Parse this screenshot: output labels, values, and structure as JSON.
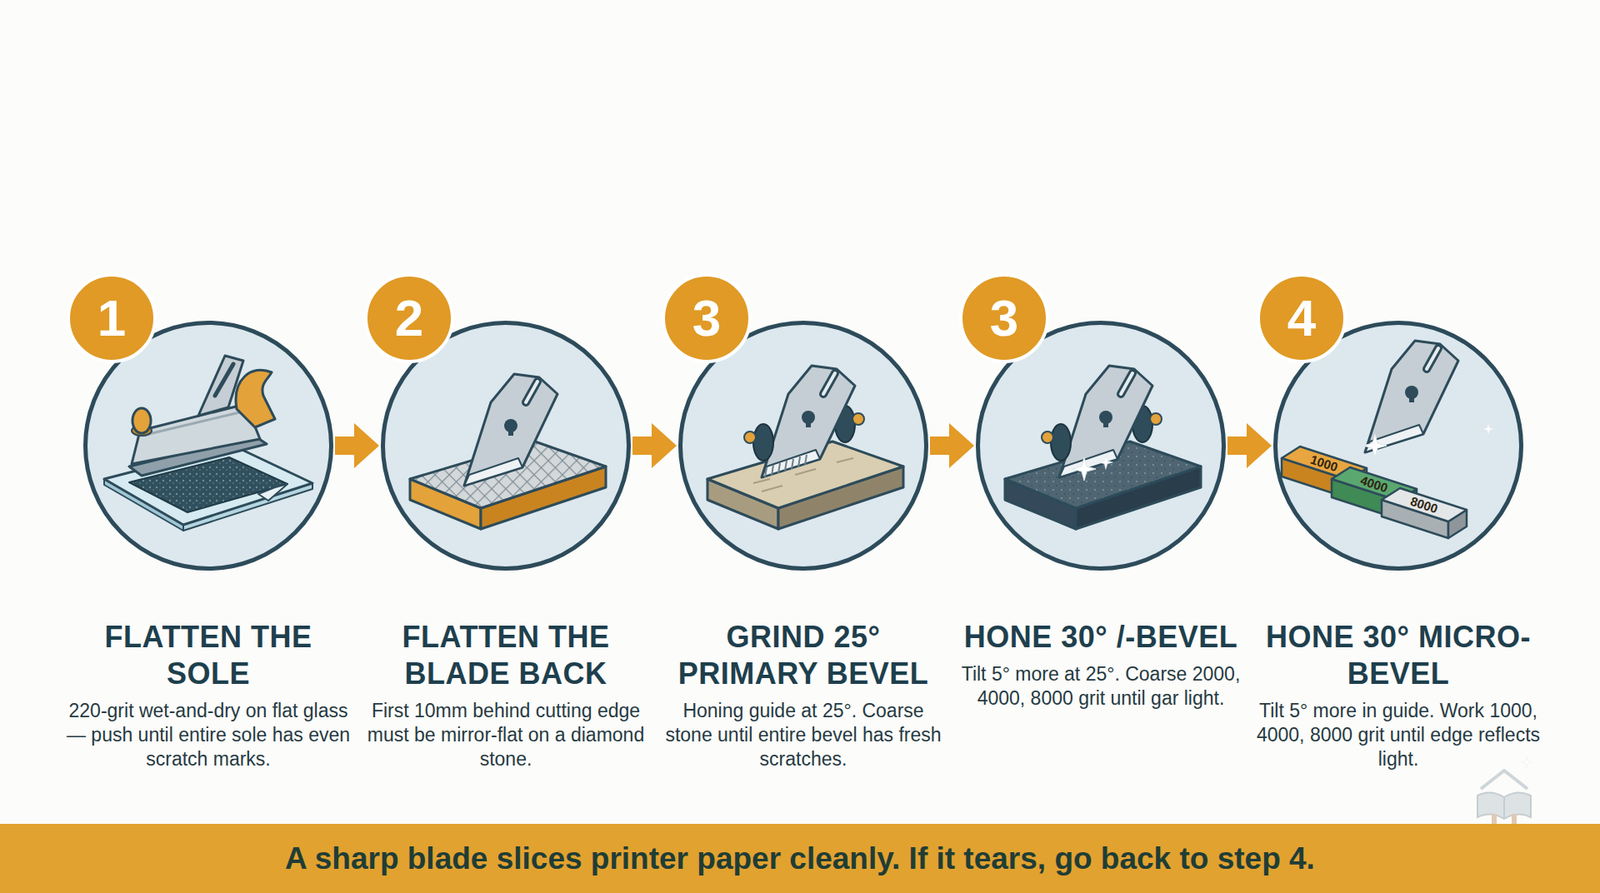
{
  "diagram": {
    "nodes": [
      {
        "text": [
          "FLATTEN THE SOLE",
          "220-grit wet-and-dry on flat glass — push until entire sole has even scratch marks."
        ]
      },
      {
        "text": [
          "1"
        ],
        "in": 0
      },
      {
        "text": [
          "FLATTEN THE BLADE BACK",
          "First 10mm behind cutting edge must be mirror-flat on a diamond stone."
        ]
      },
      {
        "text": [
          "2"
        ],
        "in": 2
      },
      {
        "text": [
          "GRIND 25° PRIMARY BEVEL",
          "Honing guide at 25°. Coarse stone until entire bevel has fresh scratches."
        ]
      },
      {
        "text": [
          "3"
        ],
        "in": 4
      },
      {
        "text": [
          "HONE 30° /-BEVEL",
          "Tilt 5° more at 25°. Coarse 2000, 4000, 8000 grit until gar light."
        ]
      },
      {
        "text": [
          "3"
        ],
        "in": 6
      },
      {
        "text": [
          "HONE 30° MICRO-BEVEL",
          "Tilt 5° more in guide. Work 1000, 4000, 8000 grit until edge reflects light."
        ]
      },
      {
        "text": [
          "4"
        ],
        "in": 8
      },
      {
        "text": [
          "A sharp blade slices printer paper cleanly. If it tears, go back to step 4."
        ]
      }
    ],
    "edges": [
      {
        "from": 0,
        "to": 2,
        "arrow": "to"
      },
      {
        "from": 2,
        "to": 4,
        "arrow": "to"
      },
      {
        "from": 4,
        "to": 6,
        "arrow": "to"
      },
      {
        "from": 6,
        "to": 8,
        "arrow": "to"
      }
    ],
    "labels": [
      "1000",
      "4000",
      "8000"
    ]
  }
}
